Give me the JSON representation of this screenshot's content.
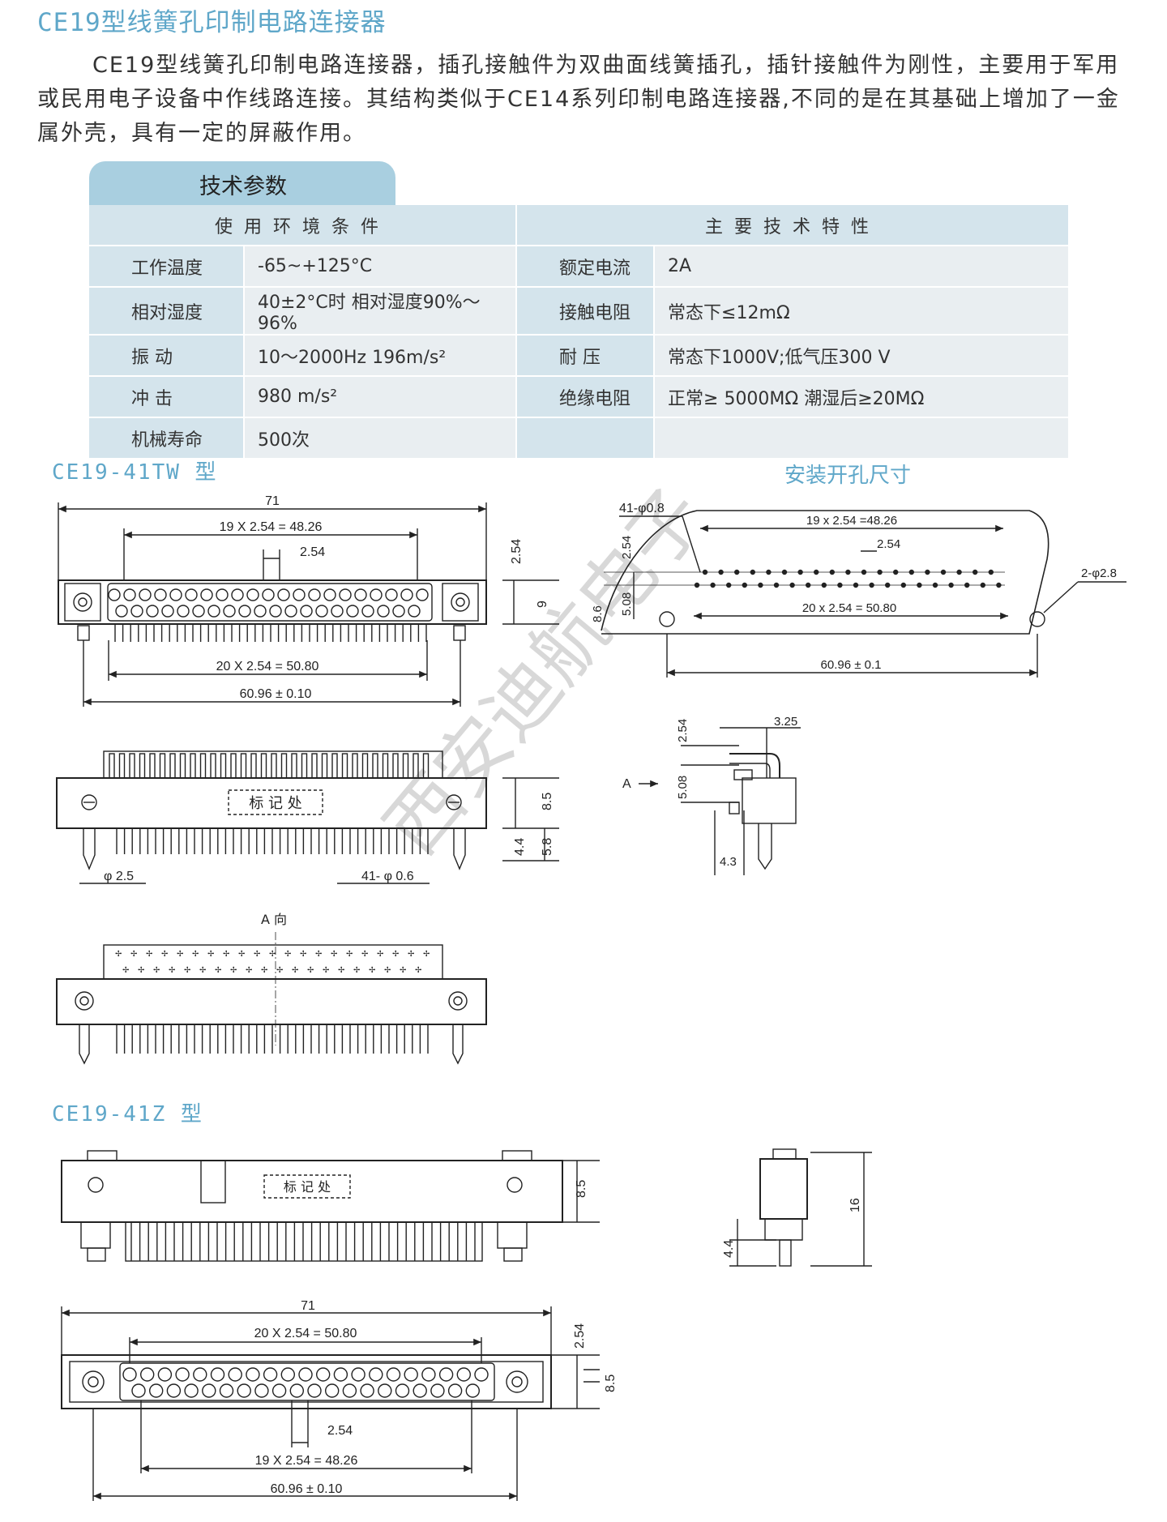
{
  "title": "CE19型线簧孔印制电路连接器",
  "intro": "CE19型线簧孔印制电路连接器，插孔接触件为双曲面线簧插孔，插针接触件为刚性，主要用于军用或民用电子设备中作线路连接。其结构类似于CE14系列印制电路连接器,不同的是在其基础上增加了一金属外壳，具有一定的屏蔽作用。",
  "params_tab": "技术参数",
  "table": {
    "left_header": "使用环境条件",
    "right_header": "主要技术特性",
    "rows": [
      {
        "k1": "工作温度",
        "v1": "-65~+125°C",
        "k2": "额定电流",
        "v2": "2A"
      },
      {
        "k1": "相对湿度",
        "v1": "40±2°C时  相对湿度90%～96%",
        "k2": "接触电阻",
        "v2": "常态下≤12mΩ"
      },
      {
        "k1": "振    动",
        "v1": "10～2000Hz    196m/s²",
        "k2": "耐    压",
        "v2": "常态下1000V;低气压300 V"
      },
      {
        "k1": "冲    击",
        "v1": "980 m/s²",
        "k2": "绝缘电阻",
        "v2": "正常≥ 5000MΩ    潮湿后≥20MΩ"
      },
      {
        "k1": "机械寿命",
        "v1": "500次",
        "k2": "",
        "v2": ""
      }
    ]
  },
  "sections": {
    "tw": "CE19-41TW 型",
    "mount": "安装开孔尺寸",
    "z": "CE19-41Z 型",
    "a_view": "A 向",
    "a_label": "A"
  },
  "dims": {
    "d71": "71",
    "d4826": "19 X 2.54 = 48.26",
    "d254": "2.54",
    "d9": "9",
    "d5080": "20 X 2.54 = 50.80",
    "d6096": "60.96 ± 0.10",
    "mark": "标 记 处",
    "d85": "8.5",
    "d44": "4.4",
    "d58": "5.8",
    "phi25": "φ 2.5",
    "phi06": "41- φ 0.6",
    "m41": "41-φ0.8",
    "m4826": "19 x 2.54 =48.26",
    "m254": "2.54",
    "m508": "5.08",
    "m86": "8.6",
    "m5080": "20 x 2.54 = 50.80",
    "m28": "2-φ2.8",
    "m6096": "60.96 ± 0.1",
    "s325": "3.25",
    "s254": "2.54",
    "s508": "5.08",
    "s43": "4.3",
    "z16": "16",
    "z85": "8.5",
    "z44": "4.4",
    "z71": "71",
    "z5080": "20 X 2.54 = 50.80",
    "z254": "2.54",
    "z85b": "8.5",
    "z254b": "2.54",
    "z4826": "19 X 2.54 = 48.26",
    "z6096": "60.96 ± 0.10"
  },
  "watermark": "西安迪航电子"
}
